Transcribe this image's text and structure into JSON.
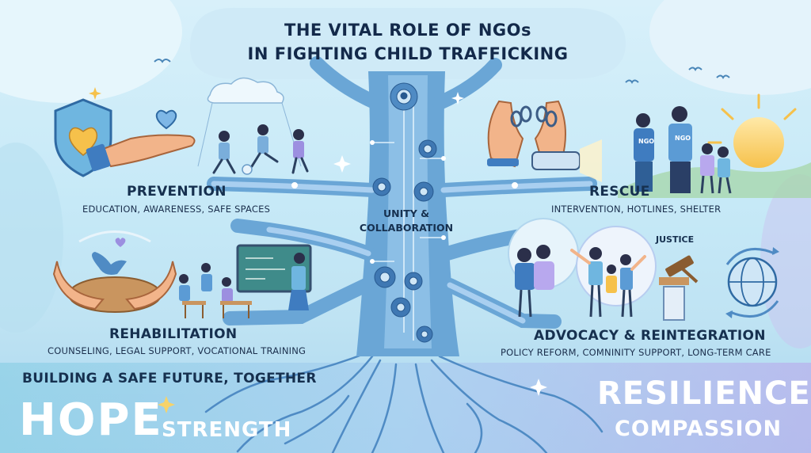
{
  "title": {
    "line1": "THE VITAL ROLE OF NGOs",
    "line2": "IN FIGHTING CHILD TRAFFICKING"
  },
  "center_label": {
    "line1": "UNITY &",
    "line2": "COLLABORATION"
  },
  "sections": {
    "prevention": {
      "title": "PREVENTION",
      "subtitle": "EDUCATION, AWARENESS, SAFE SPACES"
    },
    "rescue": {
      "title": "RESCUE",
      "subtitle": "INTERVENTION, HOTLINES, SHELTER"
    },
    "rehabilitation": {
      "title": "REHABILITATION",
      "subtitle": "COUNSELING, LEGAL SUPPORT, VOCATIONAL TRAINING"
    },
    "advocacy": {
      "title": "ADVOCACY & REINTEGRATION",
      "subtitle": "POLICY REFORM, COMNINITY SUPPORT, LONG-TERM CARE"
    }
  },
  "justice_label": "JUSTICE",
  "shirt_label": "NGO",
  "tagline": "BUILDING A SAFE FUTURE, TOGETHER",
  "values": {
    "hope": "HOPE",
    "strength": "STRENGTH",
    "resilience": "RESILIENCE",
    "compassion": "COMPASSION"
  },
  "colors": {
    "navy": "#16304f",
    "tree": "#6aa6d6",
    "tree_light": "#9cc8ec",
    "accent_orange": "#f4a25a",
    "accent_gold": "#f6c14b",
    "purple": "#9c8fe0"
  }
}
